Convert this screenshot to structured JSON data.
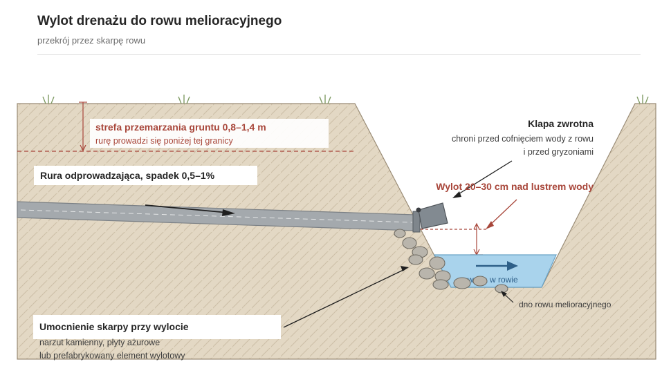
{
  "header": {
    "title": "Wylot drenażu do rowu melioracyjnego",
    "subtitle": "przekrój przez skarpę rowu"
  },
  "labels": {
    "frost_title": "strefa przemarzania gruntu 0,8–1,4 m",
    "frost_note": "rurę prowadzi się poniżej tej granicy",
    "pipe": "Rura odprowadzająca, spadek 0,5–1%",
    "valve_title": "Klapa zwrotna",
    "valve_line1": "chroni przed cofnięciem wody z rowu",
    "valve_line2": "i przed gryzoniami",
    "outlet": "Wylot 20–30 cm nad lustrem wody",
    "water": "woda w rowie",
    "ditch_bottom": "dno rowu melioracyjnego",
    "reinforce_title": "Umocnienie skarpy przy wylocie",
    "reinforce_line1": "narzut kamienny, płyty ażurowe",
    "reinforce_line2": "lub prefabrykowany element wylotowy"
  },
  "colors": {
    "soil": "#e3d8c4",
    "hatch": "#cdbfa7",
    "frost_accent": "#a8463a",
    "pipe": "#a4a9ad",
    "water": "#a9d3ec",
    "stone": "#b9b5ac",
    "grass": "#7f9b64"
  },
  "icons": {
    "grass": "grass-tuft-icon",
    "flow": "flow-arrow-icon"
  }
}
